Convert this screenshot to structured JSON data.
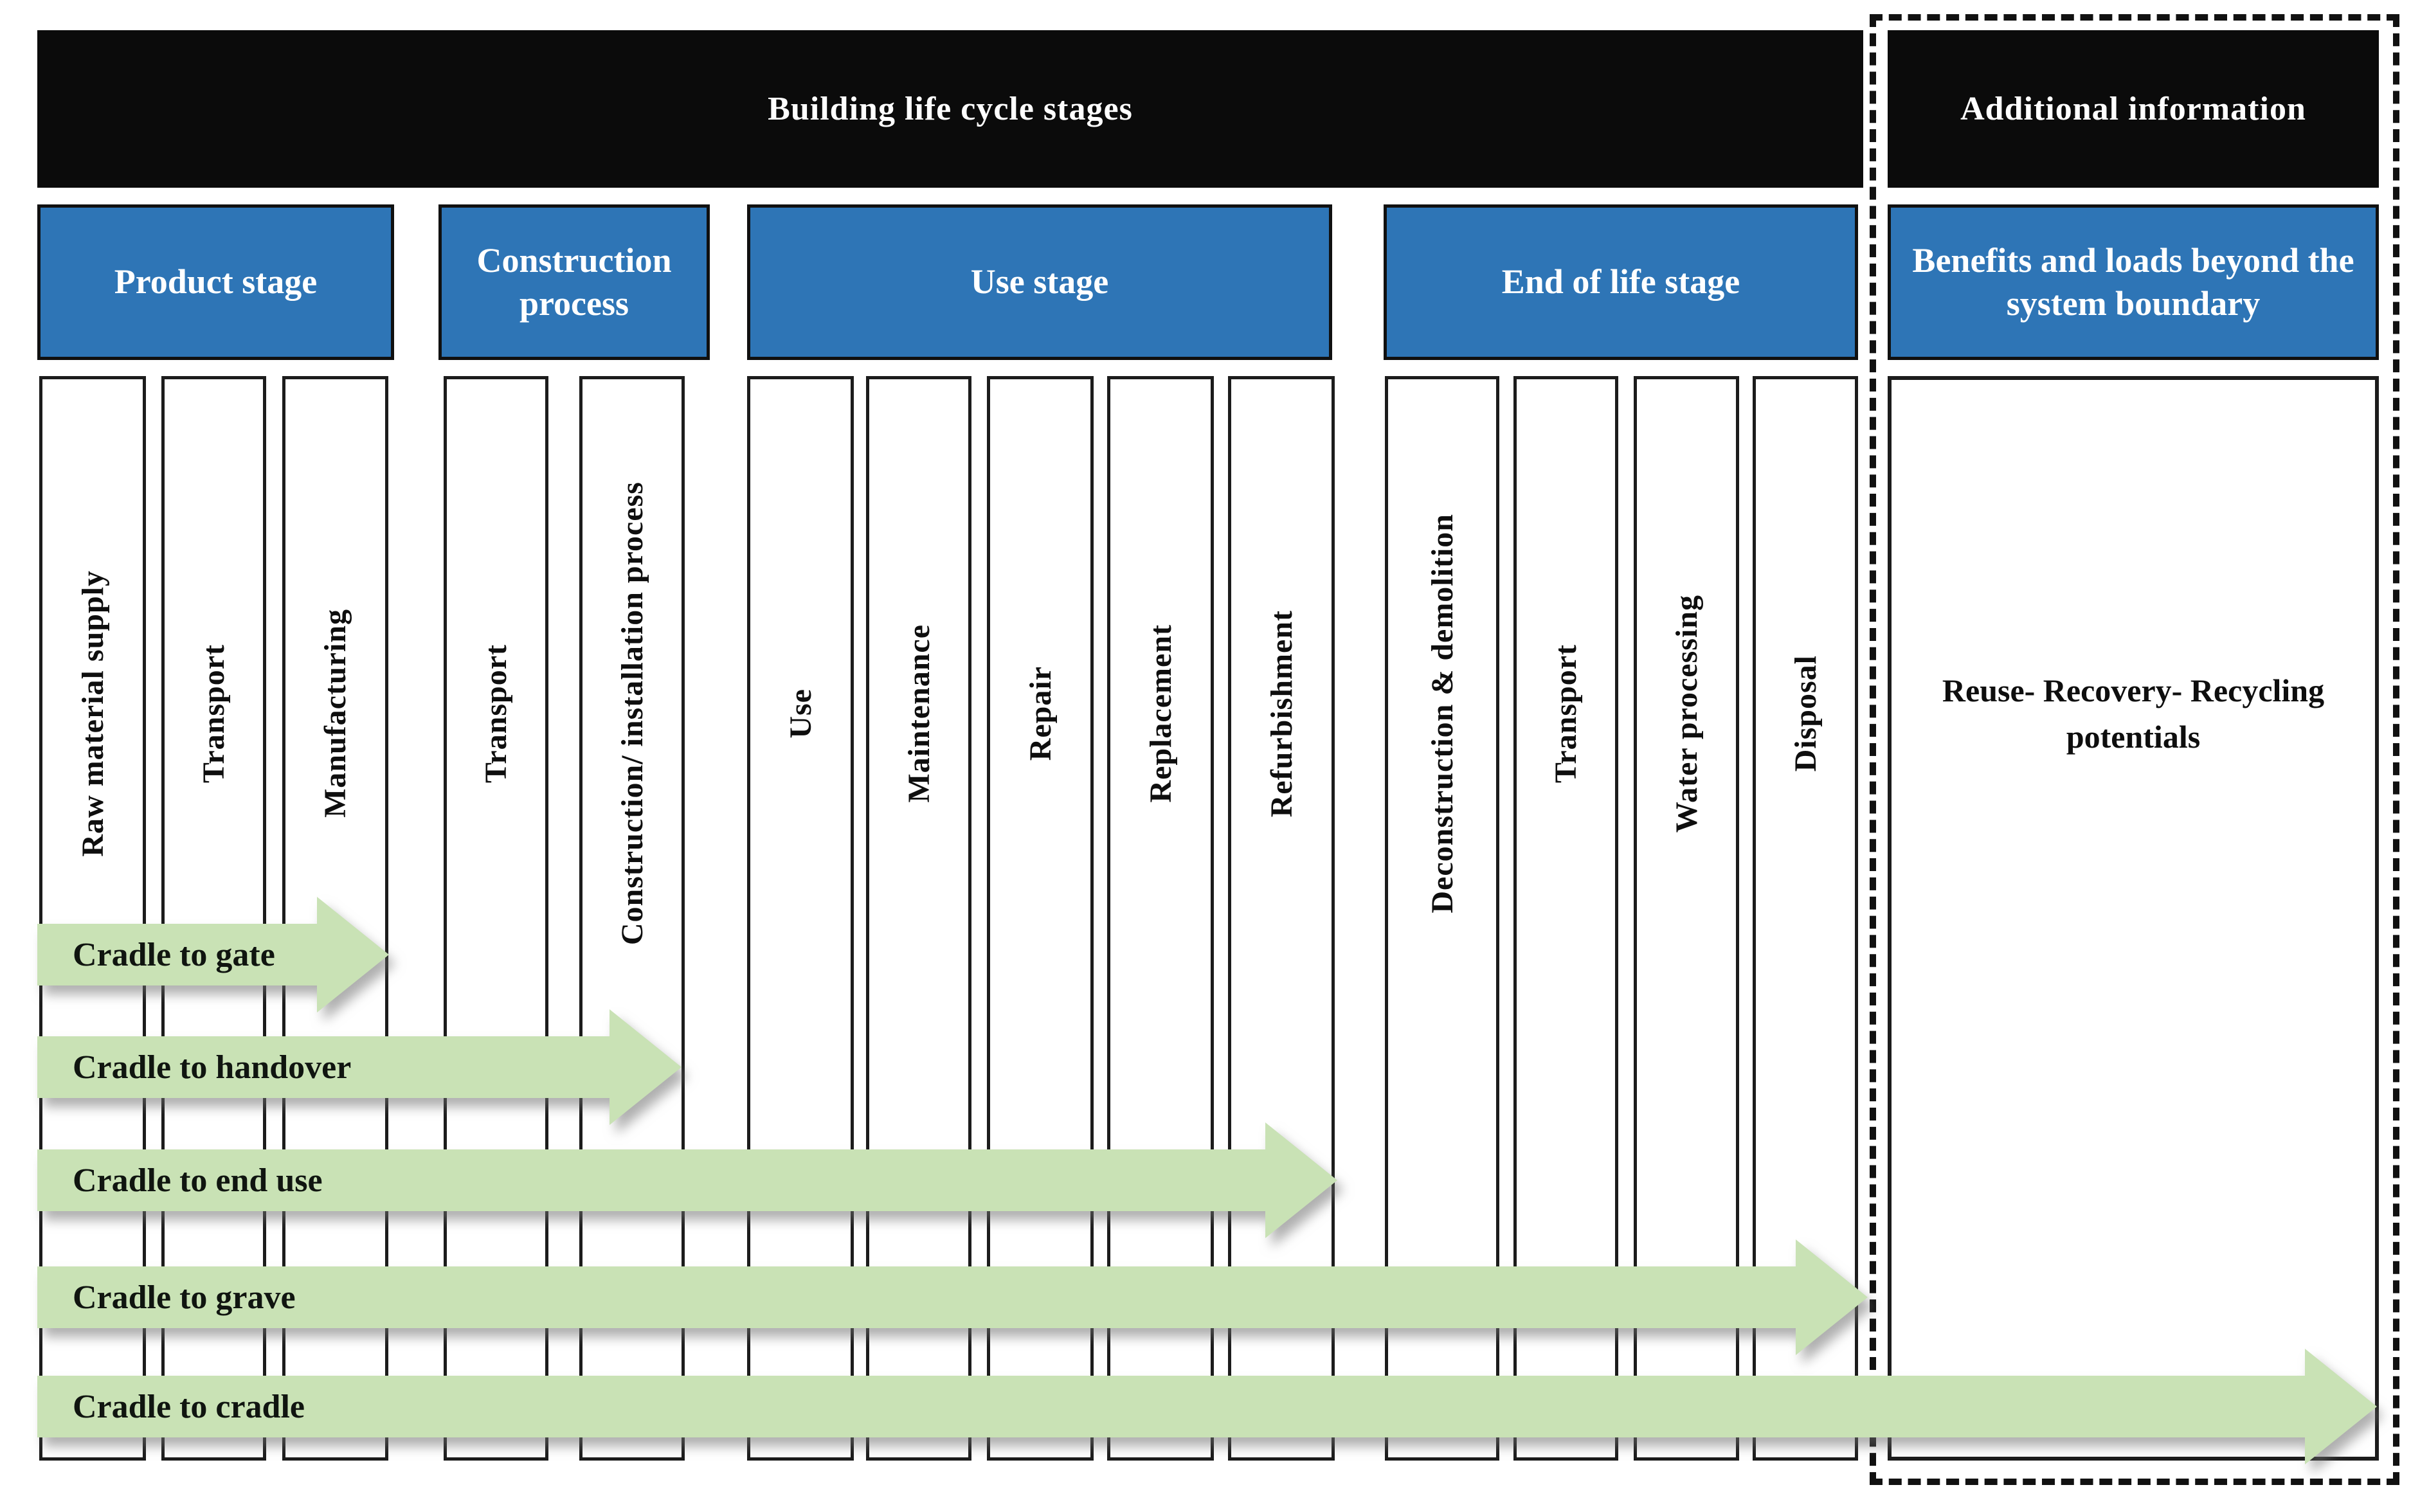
{
  "title": "Building life cycle stages",
  "additional_info": {
    "header": "Additional information",
    "stage_header": "Benefits and loads beyond the system boundary",
    "content": "Reuse- Recovery- Recycling potentials"
  },
  "stages": [
    {
      "label": "Product stage",
      "substages": [
        "Raw material supply",
        "Transport",
        "Manufacturing"
      ]
    },
    {
      "label": "Construction process",
      "substages": [
        "Transport",
        "Construction/ installation process"
      ]
    },
    {
      "label": "Use stage",
      "substages": [
        "Use",
        "Maintenance",
        "Repair",
        "Replacement",
        "Refurbishment"
      ]
    },
    {
      "label": "End of life stage",
      "substages": [
        "Deconstruction & demolition",
        "Transport",
        "Water processing",
        "Disposal"
      ]
    }
  ],
  "scope_arrows": [
    {
      "label": "Cradle to gate"
    },
    {
      "label": "Cradle to handover"
    },
    {
      "label": "Cradle to end use"
    },
    {
      "label": "Cradle to grave"
    },
    {
      "label": "Cradle to cradle"
    }
  ],
  "colors": {
    "header_bar_bg": "#0b0b0b",
    "stage_header_bg": "#2e75b6",
    "arrow_fill": "#c9e2b5",
    "border": "#1c1c1c",
    "text_on_dark": "#ffffff",
    "text": "#0e0e0e"
  }
}
